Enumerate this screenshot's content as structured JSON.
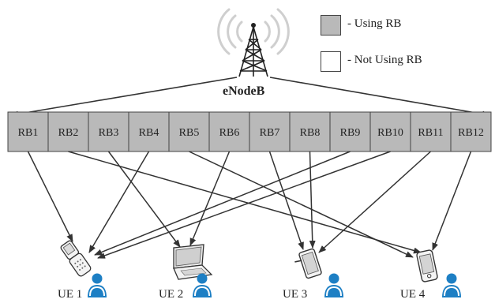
{
  "legend": {
    "using": {
      "label": "- Using RB",
      "color": "#b9b9b9"
    },
    "not_using": {
      "label": "- Not Using RB",
      "color": "#ffffff"
    }
  },
  "enodeb": {
    "label": "eNodeB",
    "icon": "antenna-tower-icon"
  },
  "resource_blocks": {
    "color": "#b9b9b9",
    "labels": [
      "RB1",
      "RB2",
      "RB3",
      "RB4",
      "RB5",
      "RB6",
      "RB7",
      "RB8",
      "RB9",
      "RB10",
      "RB11",
      "RB12"
    ]
  },
  "user_equipment": [
    {
      "label": "UE 1",
      "device": "flip-phone-icon",
      "assigned_rbs": [
        1,
        4,
        9,
        10
      ]
    },
    {
      "label": "UE 2",
      "device": "laptop-icon",
      "assigned_rbs": [
        3,
        6
      ]
    },
    {
      "label": "UE 3",
      "device": "tablet-icon",
      "assigned_rbs": [
        7,
        8,
        11
      ]
    },
    {
      "label": "UE 4",
      "device": "smartphone-icon",
      "assigned_rbs": [
        2,
        5,
        12
      ]
    }
  ],
  "colors": {
    "user_icon": "#1d7fc4",
    "arrow": "#333333"
  }
}
